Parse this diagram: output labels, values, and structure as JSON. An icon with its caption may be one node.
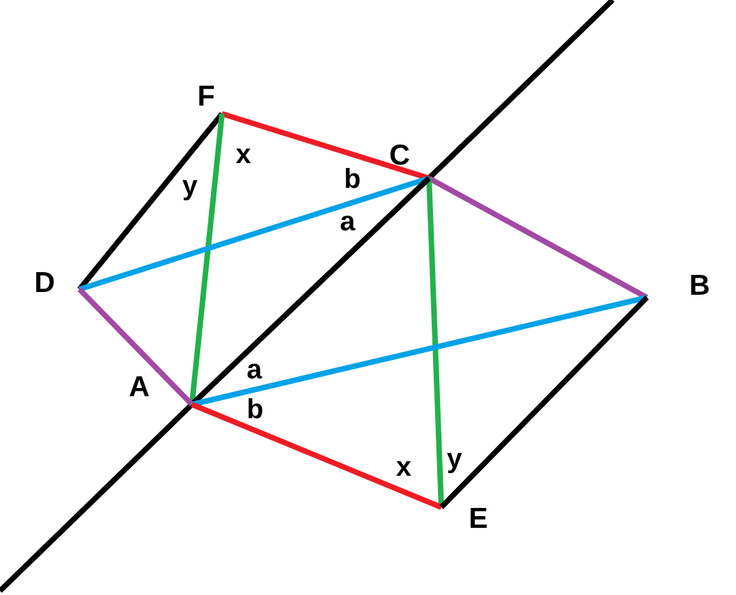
{
  "diagram": {
    "nodes": [
      {
        "text": [
          "F"
        ]
      },
      {
        "text": [
          "C"
        ]
      },
      {
        "text": [
          "D"
        ]
      },
      {
        "text": [
          "B"
        ]
      },
      {
        "text": [
          "A"
        ]
      },
      {
        "text": [
          "E"
        ]
      }
    ],
    "edges": [
      {
        "from": 0,
        "to": 1,
        "arrow": "none",
        "color": "#ed1c24"
      },
      {
        "from": 0,
        "to": 2,
        "arrow": "none"
      },
      {
        "from": 0,
        "to": 4,
        "arrow": "none",
        "color": "#22b14c"
      },
      {
        "from": 2,
        "to": 1,
        "arrow": "none",
        "color": "#00a2e8"
      },
      {
        "from": 1,
        "to": 3,
        "arrow": "none",
        "color": "#a349a4"
      },
      {
        "from": 1,
        "to": 5,
        "arrow": "none",
        "color": "#22b14c"
      },
      {
        "from": 4,
        "to": 1,
        "arrow": "none"
      },
      {
        "from": 2,
        "to": 4,
        "arrow": "none",
        "color": "#a349a4"
      },
      {
        "from": 4,
        "to": 3,
        "arrow": "none",
        "color": "#00a2e8"
      },
      {
        "from": 4,
        "to": 5,
        "arrow": "none",
        "color": "#ed1c24"
      },
      {
        "from": 5,
        "to": 3,
        "arrow": "none"
      }
    ],
    "labels": [
      "x",
      "y",
      "b",
      "a",
      "a",
      "b",
      "y",
      "x"
    ]
  }
}
